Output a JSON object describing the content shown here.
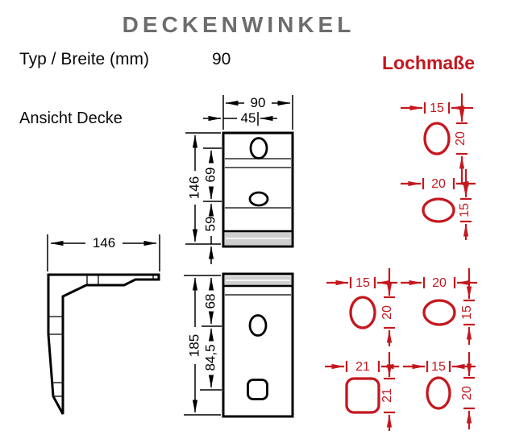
{
  "header": {
    "title": "DECKENWINKEL",
    "type_label": "Typ / Breite (mm)",
    "type_value": "90",
    "holes_title": "Lochmaße"
  },
  "labels": {
    "view_label": "Ansicht Decke"
  },
  "dims": {
    "top_view": {
      "width": "90",
      "half_width": "45",
      "height": "146",
      "hole_pitch": "69",
      "bottom_offset": "59"
    },
    "side_view": {
      "depth": "146"
    },
    "bottom_view": {
      "height": "185",
      "top_offset": "68",
      "hole_pitch": "84,5"
    }
  },
  "holes": {
    "top": [
      {
        "shape": "oval-vertical",
        "w": "15",
        "h": "20"
      },
      {
        "shape": "oval-horizontal",
        "w": "20",
        "h": "15"
      }
    ],
    "bottom": [
      {
        "shape": "oval-vertical",
        "w": "15",
        "h": "20"
      },
      {
        "shape": "oval-horizontal",
        "w": "20",
        "h": "15"
      },
      {
        "shape": "rounded-square",
        "w": "21",
        "h": "21"
      },
      {
        "shape": "oval-vertical",
        "w": "15",
        "h": "20"
      }
    ]
  },
  "colors": {
    "red": "#C5171E",
    "title_gray": "#6d6d6d",
    "line": "#000000",
    "band_gray": "#cfcfcf"
  }
}
